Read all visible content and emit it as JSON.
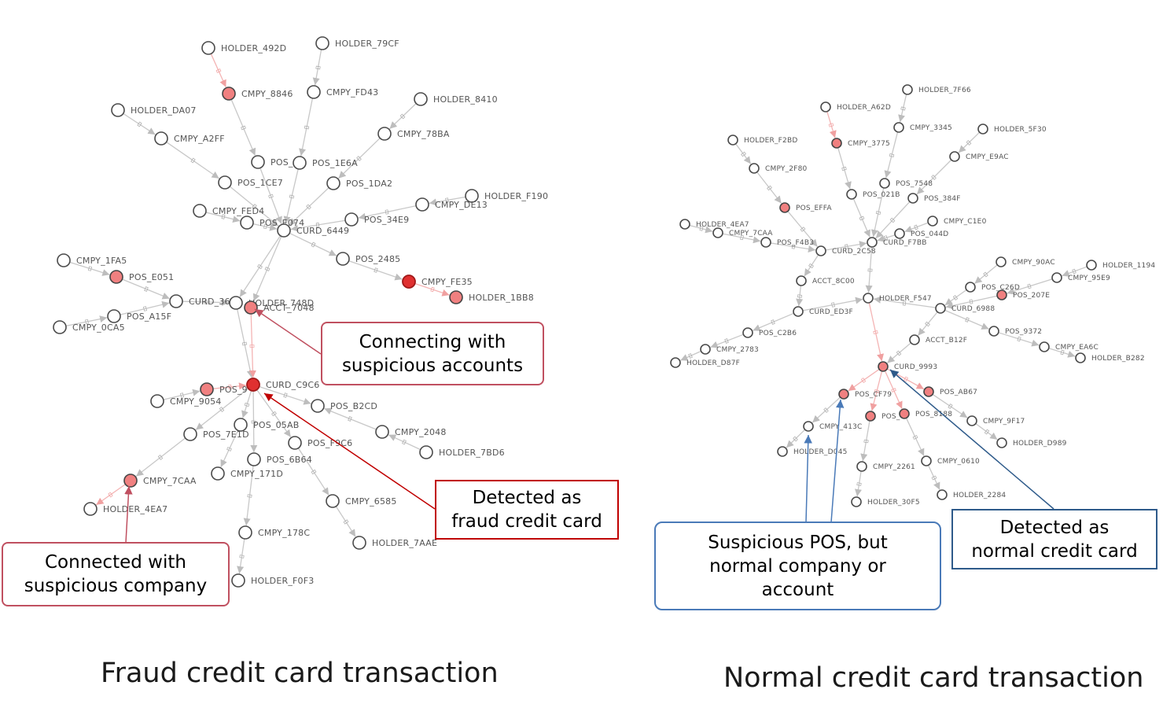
{
  "colors": {
    "suspicious_node": "#f08080",
    "fraud_card": "#e03030",
    "fraud_callout_border": "#c05060",
    "fraud_callout_border_dark": "#c00000",
    "normal_callout_border": "#4a7ab8",
    "normal_callout_border_dark": "#2e5a8a"
  },
  "left_graph": {
    "nodes": [
      {
        "id": "HOLDER_492D",
        "label": "HOLDER_492D"
      },
      {
        "id": "HOLDER_79CF",
        "label": "HOLDER_79CF"
      },
      {
        "id": "CMPY_8846",
        "label": "CMPY_8846",
        "status": "suspicious"
      },
      {
        "id": "CMPY_FD43",
        "label": "CMPY_FD43"
      },
      {
        "id": "HOLDER_8410",
        "label": "HOLDER_8410"
      },
      {
        "id": "HOLDER_DA07",
        "label": "HOLDER_DA07"
      },
      {
        "id": "CMPY_A2FF",
        "label": "CMPY_A2FF"
      },
      {
        "id": "CMPY_78BA",
        "label": "CMPY_78BA"
      },
      {
        "id": "POS_A",
        "label": "POS_A"
      },
      {
        "id": "POS_1E6A",
        "label": "POS_1E6A"
      },
      {
        "id": "POS_1CE7",
        "label": "POS_1CE7"
      },
      {
        "id": "POS_1DA2",
        "label": "POS_1DA2"
      },
      {
        "id": "HOLDER_F190",
        "label": "HOLDER_F190"
      },
      {
        "id": "CMPY_FED4",
        "label": "CMPY_FED4"
      },
      {
        "id": "POS_E074",
        "label": "POS_E074"
      },
      {
        "id": "POS_34E9",
        "label": "POS_34E9"
      },
      {
        "id": "CMPY_DE13",
        "label": "CMPY_DE13"
      },
      {
        "id": "CURD_6449",
        "label": "CURD_6449"
      },
      {
        "id": "CMPY_1FA5",
        "label": "CMPY_1FA5"
      },
      {
        "id": "POS_2485",
        "label": "POS_2485"
      },
      {
        "id": "POS_E051",
        "label": "POS_E051",
        "status": "suspicious"
      },
      {
        "id": "CMPY_FE35",
        "label": "CMPY_FE35",
        "status": "fraud"
      },
      {
        "id": "HOLDER_1BB8",
        "label": "HOLDER_1BB8",
        "status": "suspicious"
      },
      {
        "id": "CURD_36",
        "label": "CURD_36"
      },
      {
        "id": "HOLDER_748D",
        "label": "HOLDER_748D"
      },
      {
        "id": "ACCT_7048",
        "label": "ACCT_7048",
        "status": "suspicious"
      },
      {
        "id": "POS_A15F",
        "label": "POS_A15F"
      },
      {
        "id": "CMPY_0CA5",
        "label": "CMPY_0CA5"
      },
      {
        "id": "POS_9",
        "label": "POS_9",
        "status": "suspicious"
      },
      {
        "id": "CURD_C9C6",
        "label": "CURD_C9C6",
        "status": "fraud"
      },
      {
        "id": "CMPY_9054",
        "label": "CMPY_9054"
      },
      {
        "id": "POS_B2CD",
        "label": "POS_B2CD"
      },
      {
        "id": "POS_05AB",
        "label": "POS_05AB"
      },
      {
        "id": "POS_7E1D",
        "label": "POS_7E1D"
      },
      {
        "id": "CMPY_2048",
        "label": "CMPY_2048"
      },
      {
        "id": "POS_F9C6",
        "label": "POS_F9C6"
      },
      {
        "id": "HOLDER_7BD6",
        "label": "HOLDER_7BD6"
      },
      {
        "id": "POS_6B64",
        "label": "POS_6B64"
      },
      {
        "id": "CMPY_171D",
        "label": "CMPY_171D"
      },
      {
        "id": "CMPY_7CAA",
        "label": "CMPY_7CAA",
        "status": "suspicious"
      },
      {
        "id": "CMPY_6585",
        "label": "CMPY_6585"
      },
      {
        "id": "HOLDER_4EA7",
        "label": "HOLDER_4EA7"
      },
      {
        "id": "CMPY_178C",
        "label": "CMPY_178C"
      },
      {
        "id": "HOLDER_7AAE",
        "label": "HOLDER_7AAE"
      },
      {
        "id": "HOLDER_F0F3",
        "label": "HOLDER_F0F3"
      }
    ],
    "edges": [
      [
        "HOLDER_492D",
        "CMPY_8846"
      ],
      [
        "CMPY_8846",
        "POS_A"
      ],
      [
        "HOLDER_79CF",
        "CMPY_FD43"
      ],
      [
        "CMPY_FD43",
        "POS_1E6A"
      ],
      [
        "HOLDER_8410",
        "CMPY_78BA"
      ],
      [
        "CMPY_78BA",
        "POS_1DA2"
      ],
      [
        "HOLDER_DA07",
        "CMPY_A2FF"
      ],
      [
        "CMPY_A2FF",
        "POS_1CE7"
      ],
      [
        "POS_A",
        "CURD_6449"
      ],
      [
        "POS_1E6A",
        "CURD_6449"
      ],
      [
        "POS_1CE7",
        "CURD_6449"
      ],
      [
        "POS_1DA2",
        "CURD_6449"
      ],
      [
        "HOLDER_F190",
        "CMPY_DE13"
      ],
      [
        "CMPY_DE13",
        "POS_34E9"
      ],
      [
        "POS_34E9",
        "CURD_6449"
      ],
      [
        "CMPY_FED4",
        "POS_E074"
      ],
      [
        "POS_E074",
        "CURD_6449"
      ],
      [
        "CURD_6449",
        "POS_2485"
      ],
      [
        "POS_2485",
        "CMPY_FE35"
      ],
      [
        "CMPY_FE35",
        "HOLDER_1BB8"
      ],
      [
        "CURD_6449",
        "HOLDER_748D"
      ],
      [
        "CURD_6449",
        "ACCT_7048"
      ],
      [
        "CMPY_1FA5",
        "POS_E051"
      ],
      [
        "POS_E051",
        "CURD_36"
      ],
      [
        "CMPY_0CA5",
        "POS_A15F"
      ],
      [
        "POS_A15F",
        "CURD_36"
      ],
      [
        "CURD_36",
        "HOLDER_748D"
      ],
      [
        "HOLDER_748D",
        "CURD_C9C6"
      ],
      [
        "ACCT_7048",
        "CURD_C9C6"
      ],
      [
        "CMPY_9054",
        "POS_9"
      ],
      [
        "POS_9",
        "CURD_C9C6"
      ],
      [
        "CURD_C9C6",
        "POS_B2CD"
      ],
      [
        "CURD_C9C6",
        "POS_05AB"
      ],
      [
        "CURD_C9C6",
        "POS_7E1D"
      ],
      [
        "CURD_C9C6",
        "POS_F9C6"
      ],
      [
        "CURD_C9C6",
        "POS_6B64"
      ],
      [
        "CMPY_2048",
        "POS_B2CD"
      ],
      [
        "HOLDER_7BD6",
        "CMPY_2048"
      ],
      [
        "POS_05AB",
        "CMPY_171D"
      ],
      [
        "POS_7E1D",
        "CMPY_7CAA"
      ],
      [
        "CMPY_7CAA",
        "HOLDER_4EA7"
      ],
      [
        "POS_F9C6",
        "CMPY_6585"
      ],
      [
        "CMPY_6585",
        "HOLDER_7AAE"
      ],
      [
        "POS_6B64",
        "CMPY_178C"
      ],
      [
        "CMPY_178C",
        "HOLDER_F0F3"
      ]
    ]
  },
  "right_graph": {
    "nodes": [
      {
        "id": "HOLDER_7F66",
        "label": "HOLDER_7F66"
      },
      {
        "id": "HOLDER_A62D",
        "label": "HOLDER_A62D"
      },
      {
        "id": "CMPY_3345",
        "label": "CMPY_3345"
      },
      {
        "id": "HOLDER_5F30",
        "label": "HOLDER_5F30"
      },
      {
        "id": "CMPY_3775",
        "label": "CMPY_3775",
        "status": "suspicious"
      },
      {
        "id": "HOLDER_F2BD",
        "label": "HOLDER_F2BD"
      },
      {
        "id": "CMPY_E9AC",
        "label": "CMPY_E9AC"
      },
      {
        "id": "CMPY_2F80",
        "label": "CMPY_2F80"
      },
      {
        "id": "POS_7548",
        "label": "POS_7548"
      },
      {
        "id": "POS_021B",
        "label": "POS_021B"
      },
      {
        "id": "POS_384F",
        "label": "POS_384F"
      },
      {
        "id": "POS_EFFA",
        "label": "POS_EFFA",
        "status": "suspicious"
      },
      {
        "id": "CMPY_C1E0",
        "label": "CMPY_C1E0"
      },
      {
        "id": "HOLDER_4EA7",
        "label": "HOLDER_4EA7"
      },
      {
        "id": "POS_044D",
        "label": "POS_044D"
      },
      {
        "id": "CMPY_7CAA",
        "label": "CMPY_7CAA"
      },
      {
        "id": "CURD_F7BB",
        "label": "CURD_F7BB"
      },
      {
        "id": "POS_F4B3",
        "label": "POS_F4B3"
      },
      {
        "id": "CURD_2C58",
        "label": "CURD_2C58"
      },
      {
        "id": "CMPY_90AC",
        "label": "CMPY_90AC"
      },
      {
        "id": "HOLDER_1194",
        "label": "HOLDER_1194"
      },
      {
        "id": "ACCT_8C00",
        "label": "ACCT_8C00"
      },
      {
        "id": "CMPY_95E9",
        "label": "CMPY_95E9"
      },
      {
        "id": "POS_C26D",
        "label": "POS_C26D"
      },
      {
        "id": "POS_207E",
        "label": "POS_207E",
        "status": "suspicious"
      },
      {
        "id": "HOLDER_F547",
        "label": "HOLDER_F547"
      },
      {
        "id": "CURD_6988",
        "label": "CURD_6988"
      },
      {
        "id": "CURD_ED3F",
        "label": "CURD_ED3F"
      },
      {
        "id": "POS_9372",
        "label": "POS_9372"
      },
      {
        "id": "POS_C2B6",
        "label": "POS_C2B6"
      },
      {
        "id": "ACCT_B12F",
        "label": "ACCT_B12F"
      },
      {
        "id": "CMPY_EA6C",
        "label": "CMPY_EA6C"
      },
      {
        "id": "CMPY_2783",
        "label": "CMPY_2783"
      },
      {
        "id": "HOLDER_B282",
        "label": "HOLDER_B282"
      },
      {
        "id": "HOLDER_D87F",
        "label": "HOLDER_D87F"
      },
      {
        "id": "CURD_9993",
        "label": "CURD_9993",
        "status": "suspicious"
      },
      {
        "id": "POS_AB67",
        "label": "POS_AB67",
        "status": "suspicious"
      },
      {
        "id": "POS_CF79",
        "label": "POS_CF79",
        "status": "suspicious"
      },
      {
        "id": "POS_1",
        "label": "POS_",
        "status": "suspicious"
      },
      {
        "id": "POS_8188",
        "label": "POS_8188",
        "status": "suspicious"
      },
      {
        "id": "CMPY_9F17",
        "label": "CMPY_9F17"
      },
      {
        "id": "CMPY_413C",
        "label": "CMPY_413C"
      },
      {
        "id": "HOLDER_D989",
        "label": "HOLDER_D989"
      },
      {
        "id": "HOLDER_D045",
        "label": "HOLDER_D045"
      },
      {
        "id": "CMPY_2261",
        "label": "CMPY_2261"
      },
      {
        "id": "CMPY_0610",
        "label": "CMPY_0610"
      },
      {
        "id": "HOLDER_2284",
        "label": "HOLDER_2284"
      },
      {
        "id": "HOLDER_30F5",
        "label": "HOLDER_30F5"
      }
    ],
    "edges": [
      [
        "HOLDER_7F66",
        "CMPY_3345"
      ],
      [
        "CMPY_3345",
        "POS_7548"
      ],
      [
        "HOLDER_A62D",
        "CMPY_3775"
      ],
      [
        "CMPY_3775",
        "POS_021B"
      ],
      [
        "HOLDER_5F30",
        "CMPY_E9AC"
      ],
      [
        "CMPY_E9AC",
        "POS_384F"
      ],
      [
        "HOLDER_F2BD",
        "CMPY_2F80"
      ],
      [
        "CMPY_2F80",
        "POS_EFFA"
      ],
      [
        "POS_7548",
        "CURD_F7BB"
      ],
      [
        "POS_021B",
        "CURD_F7BB"
      ],
      [
        "POS_384F",
        "CURD_F7BB"
      ],
      [
        "POS_EFFA",
        "CURD_2C58"
      ],
      [
        "CMPY_C1E0",
        "POS_044D"
      ],
      [
        "POS_044D",
        "CURD_F7BB"
      ],
      [
        "HOLDER_4EA7",
        "CMPY_7CAA"
      ],
      [
        "CMPY_7CAA",
        "POS_F4B3"
      ],
      [
        "POS_F4B3",
        "CURD_2C58"
      ],
      [
        "CURD_2C58",
        "CURD_F7BB"
      ],
      [
        "CURD_2C58",
        "ACCT_8C00"
      ],
      [
        "CURD_F7BB",
        "HOLDER_F547"
      ],
      [
        "ACCT_8C00",
        "CURD_ED3F"
      ],
      [
        "CURD_ED3F",
        "HOLDER_F547"
      ],
      [
        "HOLDER_1194",
        "CMPY_95E9"
      ],
      [
        "CMPY_95E9",
        "POS_207E"
      ],
      [
        "CMPY_90AC",
        "POS_C26D"
      ],
      [
        "POS_C26D",
        "CURD_6988"
      ],
      [
        "POS_207E",
        "CURD_6988"
      ],
      [
        "CURD_6988",
        "HOLDER_F547"
      ],
      [
        "CURD_6988",
        "POS_9372"
      ],
      [
        "POS_9372",
        "CMPY_EA6C"
      ],
      [
        "CMPY_EA6C",
        "HOLDER_B282"
      ],
      [
        "CURD_6988",
        "ACCT_B12F"
      ],
      [
        "CURD_ED3F",
        "POS_C2B6"
      ],
      [
        "POS_C2B6",
        "CMPY_2783"
      ],
      [
        "CMPY_2783",
        "HOLDER_D87F"
      ],
      [
        "HOLDER_F547",
        "CURD_9993"
      ],
      [
        "ACCT_B12F",
        "CURD_9993"
      ],
      [
        "CURD_9993",
        "POS_AB67"
      ],
      [
        "POS_AB67",
        "CMPY_9F17"
      ],
      [
        "CMPY_9F17",
        "HOLDER_D989"
      ],
      [
        "CURD_9993",
        "POS_CF79"
      ],
      [
        "POS_CF79",
        "CMPY_413C"
      ],
      [
        "CMPY_413C",
        "HOLDER_D045"
      ],
      [
        "CURD_9993",
        "POS_1"
      ],
      [
        "POS_1",
        "CMPY_2261"
      ],
      [
        "CMPY_2261",
        "HOLDER_30F5"
      ],
      [
        "CURD_9993",
        "POS_8188"
      ],
      [
        "POS_8188",
        "CMPY_0610"
      ],
      [
        "CMPY_0610",
        "HOLDER_2284"
      ]
    ]
  },
  "callouts": {
    "connecting": "Connecting with\nsuspicious accounts",
    "detected_fraud": "Detected as\nfraud credit card",
    "connected_company": "Connected with\nsuspicious company",
    "suspicious_pos": "Suspicious POS, but\nnormal company or\naccount",
    "detected_normal": "Detected as\nnormal credit card"
  },
  "captions": {
    "fraud": "Fraud credit card transaction",
    "normal": "Normal credit card transaction"
  }
}
